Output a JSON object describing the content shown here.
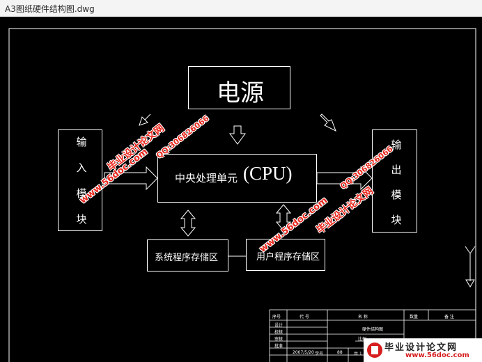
{
  "window": {
    "title": "A3图纸硬件结构图.dwg"
  },
  "diagram": {
    "power": "电源",
    "cpu_prefix": "中央处理单元",
    "cpu_suffix": "(CPU)",
    "input_module": [
      "输",
      "入",
      "模",
      "块"
    ],
    "output_module": [
      "输",
      "出",
      "模",
      "块"
    ],
    "system_storage": "系统程序存储区",
    "user_storage": "用户程序存储区"
  },
  "watermarks": {
    "site_name": "毕业设计论文网",
    "url": "www.56doc.com",
    "qq": "QQ:306826066"
  },
  "title_block": {
    "h_seq": "序号",
    "h_code": "代 号",
    "h_name": "名 称",
    "h_qty": "数量",
    "h_note": "备 注",
    "drawing_name": "硬件结构图",
    "design": "设计",
    "check": "校核",
    "review": "审核",
    "approve": "批准",
    "scale_label": "比例",
    "student_no_label": "学号",
    "date_value": "2007/5/20",
    "num_value": "88",
    "sheet_label": "共 1"
  },
  "logo": {
    "text": "毕业设计论文网",
    "url": "www.56doc.com"
  },
  "colors": {
    "background": "#000000",
    "lines": "#ffffff",
    "watermark": "#e8281e"
  }
}
